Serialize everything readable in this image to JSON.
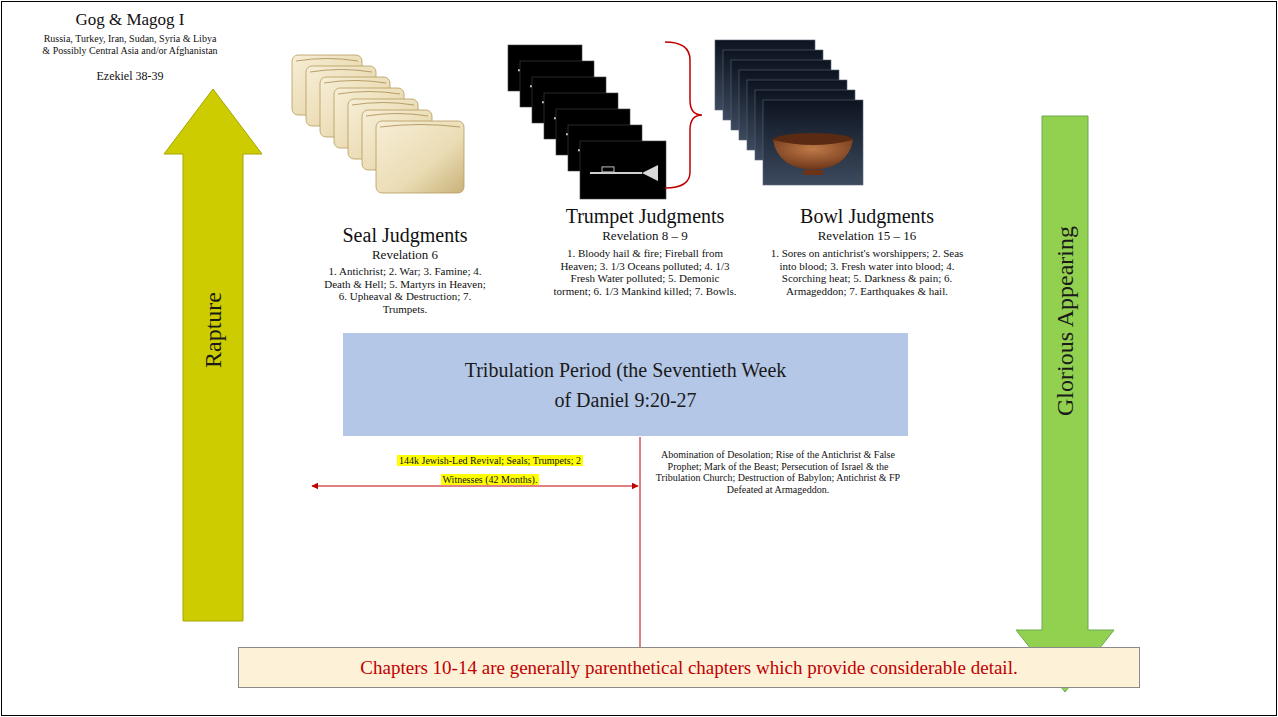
{
  "diagram": {
    "nodes": [
      {
        "text": [
          "Rapture"
        ]
      },
      {
        "text": [
          "Tribulation Period (the Seventieth Week of Daniel 9:20-27"
        ]
      },
      {
        "text": [
          "144k Jewish-Led Revival; Seals; Trumpets; 2 Witnesses (42 Months)."
        ]
      },
      {
        "text": [
          "Glorious Appearing"
        ]
      },
      {
        "text": [
          "Chapters 10-14 are generally parenthetical chapters which provide considerable detail."
        ]
      }
    ],
    "labels": [
      "Gog & Magog I",
      "Russia, Turkey, Iran, Sudan, Syria & Libya & Possibly Central Asia and/or Afghanistan",
      "Ezekiel 38-39",
      "Seal Judgments",
      "Revelation 6",
      "1. Antichrist; 2. War; 3. Famine; 4. Death & Hell; 5. Martyrs in Heaven; 6. Upheaval & Destruction; 7. Trumpets.",
      "Trumpet Judgments",
      "Revelation 8 – 9",
      "1. Bloody hail & fire; Fireball from Heaven; 3. 1/3 Oceans polluted; 4. 1/3 Fresh Water polluted; 5. Demonic torment; 6. 1/3 Mankind killed; 7. Bowls.",
      "Bowl Judgments",
      "Revelation 15 – 16",
      "1. Sores on antichrist's worshippers; 2. Seas into blood; 3. Fresh water into blood; 4. Scorching heat; 5. Darkness & pain; 6. Armageddon; 7. Earthquakes & hail.",
      "Abomination of Desolation; Rise of the Antichrist & False Prophet; Mark of the Beast; Persecution of Israel & the Tribulation Church; Destruction of Babylon; Antichrist & FP Defeated at Armageddon."
    ]
  }
}
